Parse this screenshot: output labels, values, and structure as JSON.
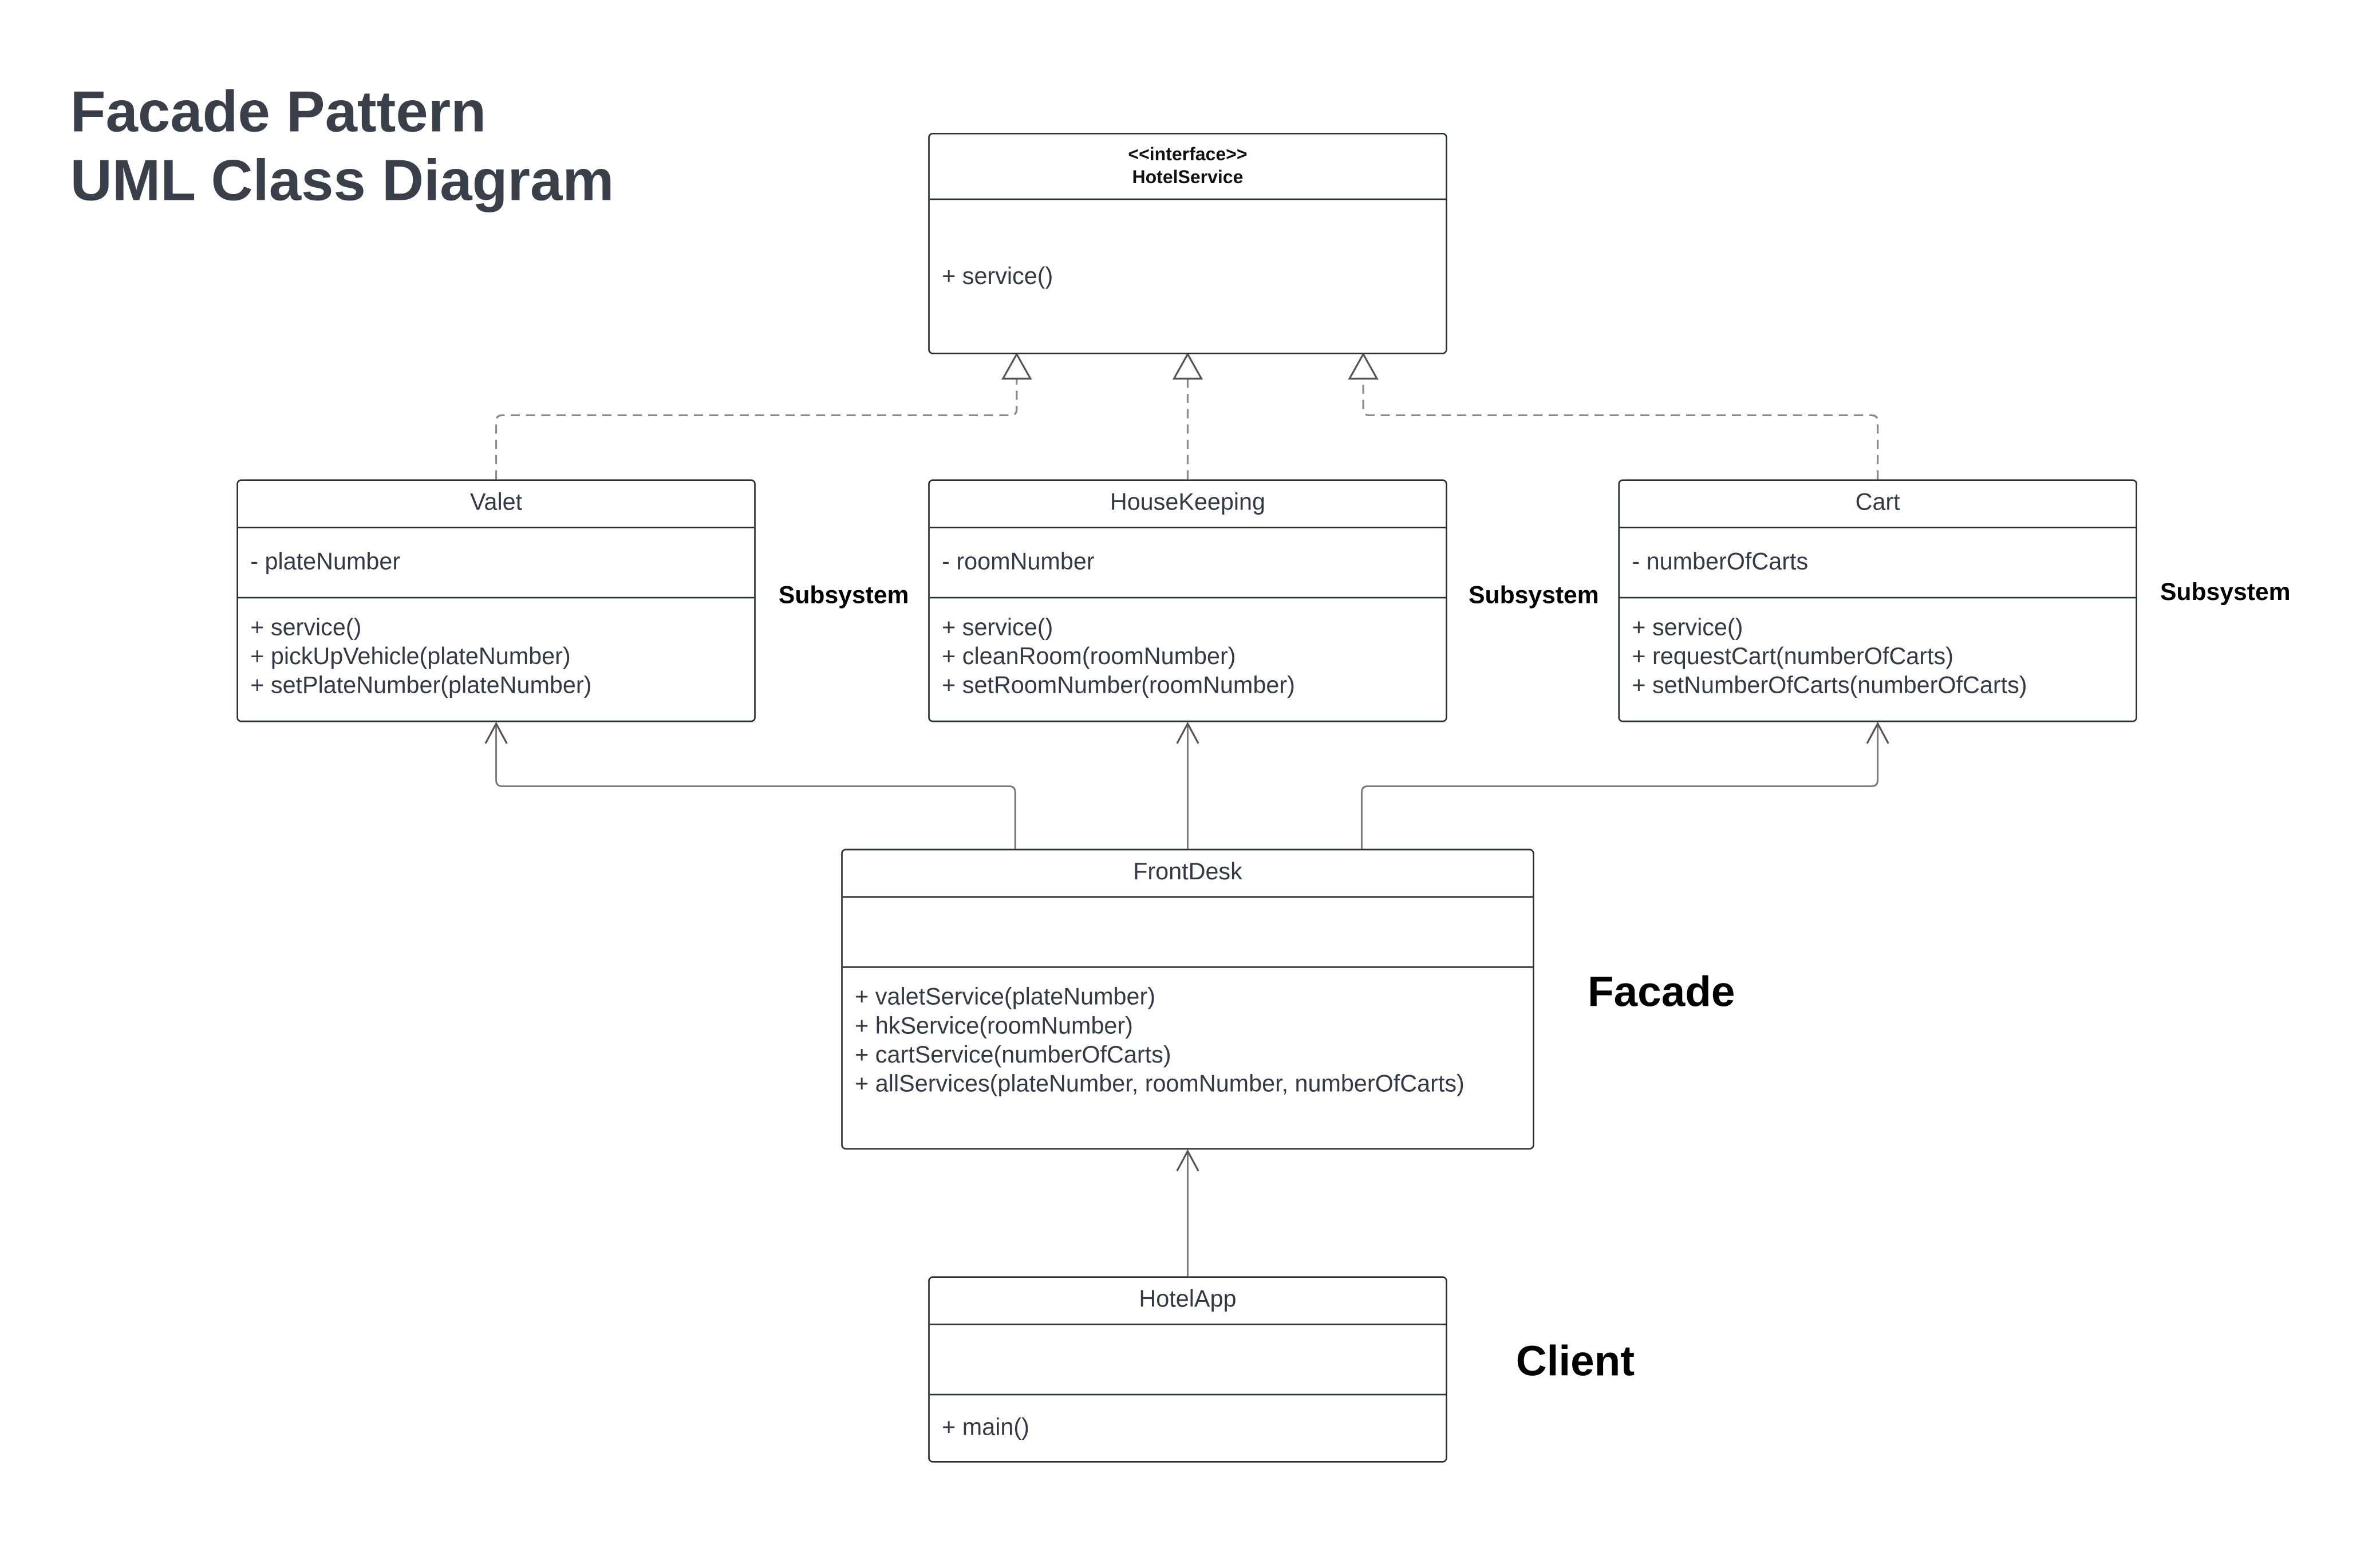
{
  "title": {
    "line1": "Facade Pattern",
    "line2": "UML Class Diagram"
  },
  "classes": {
    "hotel_service": {
      "stereotype": "<<interface>>",
      "name": "HotelService",
      "operations": [
        "+ service()"
      ]
    },
    "valet": {
      "name": "Valet",
      "attributes": [
        "- plateNumber"
      ],
      "operations": [
        "+ service()",
        "+ pickUpVehicle(plateNumber)",
        "+ setPlateNumber(plateNumber)"
      ]
    },
    "housekeeping": {
      "name": "HouseKeeping",
      "attributes": [
        "- roomNumber"
      ],
      "operations": [
        "+ service()",
        "+ cleanRoom(roomNumber)",
        "+ setRoomNumber(roomNumber)"
      ]
    },
    "cart": {
      "name": "Cart",
      "attributes": [
        "- numberOfCarts"
      ],
      "operations": [
        "+ service()",
        "+ requestCart(numberOfCarts)",
        "+ setNumberOfCarts(numberOfCarts)"
      ]
    },
    "front_desk": {
      "name": "FrontDesk",
      "attributes": [],
      "operations": [
        "+ valetService(plateNumber)",
        "+ hkService(roomNumber)",
        "+ cartService(numberOfCarts)",
        "+ allServices(plateNumber, roomNumber, numberOfCarts)"
      ]
    },
    "hotel_app": {
      "name": "HotelApp",
      "attributes": [],
      "operations": [
        "+ main()"
      ]
    }
  },
  "roles": {
    "subsystem_1": "Subsystem",
    "subsystem_2": "Subsystem",
    "subsystem_3": "Subsystem",
    "facade": "Facade",
    "client": "Client"
  },
  "relationships": [
    {
      "from": "Valet",
      "to": "HotelService",
      "kind": "realization"
    },
    {
      "from": "HouseKeeping",
      "to": "HotelService",
      "kind": "realization"
    },
    {
      "from": "Cart",
      "to": "HotelService",
      "kind": "realization"
    },
    {
      "from": "FrontDesk",
      "to": "Valet",
      "kind": "association"
    },
    {
      "from": "FrontDesk",
      "to": "HouseKeeping",
      "kind": "association"
    },
    {
      "from": "FrontDesk",
      "to": "Cart",
      "kind": "association"
    },
    {
      "from": "HotelApp",
      "to": "FrontDesk",
      "kind": "association"
    }
  ],
  "colors": {
    "title": "#3a404a",
    "text": "#333a44",
    "border": "#2b2f36",
    "connector": "#7a7a7a",
    "role_label": "#000000"
  }
}
